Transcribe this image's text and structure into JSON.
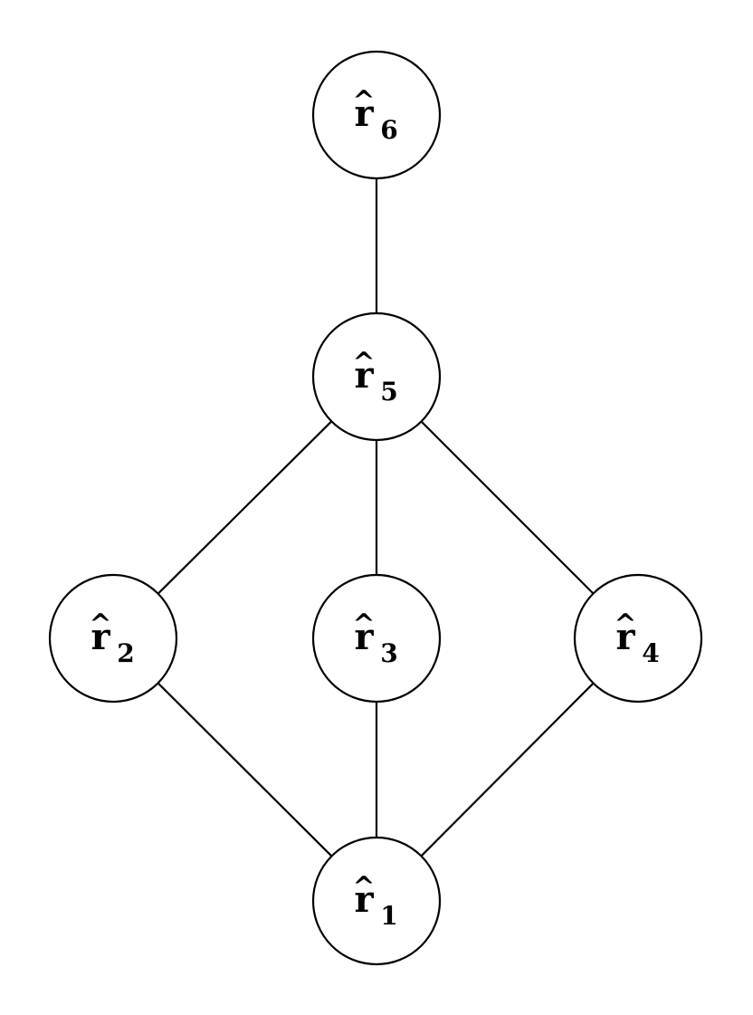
{
  "diagram": {
    "nodes": [
      {
        "id": "r1",
        "base": "r",
        "hat": "^",
        "sub": "1"
      },
      {
        "id": "r2",
        "base": "r",
        "hat": "^",
        "sub": "2"
      },
      {
        "id": "r3",
        "base": "r",
        "hat": "^",
        "sub": "3"
      },
      {
        "id": "r4",
        "base": "r",
        "hat": "^",
        "sub": "4"
      },
      {
        "id": "r5",
        "base": "r",
        "hat": "^",
        "sub": "5"
      },
      {
        "id": "r6",
        "base": "r",
        "hat": "^",
        "sub": "6"
      }
    ],
    "edges": [
      {
        "from": "r6",
        "to": "r5"
      },
      {
        "from": "r5",
        "to": "r2"
      },
      {
        "from": "r5",
        "to": "r3"
      },
      {
        "from": "r5",
        "to": "r4"
      },
      {
        "from": "r2",
        "to": "r1"
      },
      {
        "from": "r3",
        "to": "r1"
      },
      {
        "from": "r4",
        "to": "r1"
      }
    ]
  }
}
